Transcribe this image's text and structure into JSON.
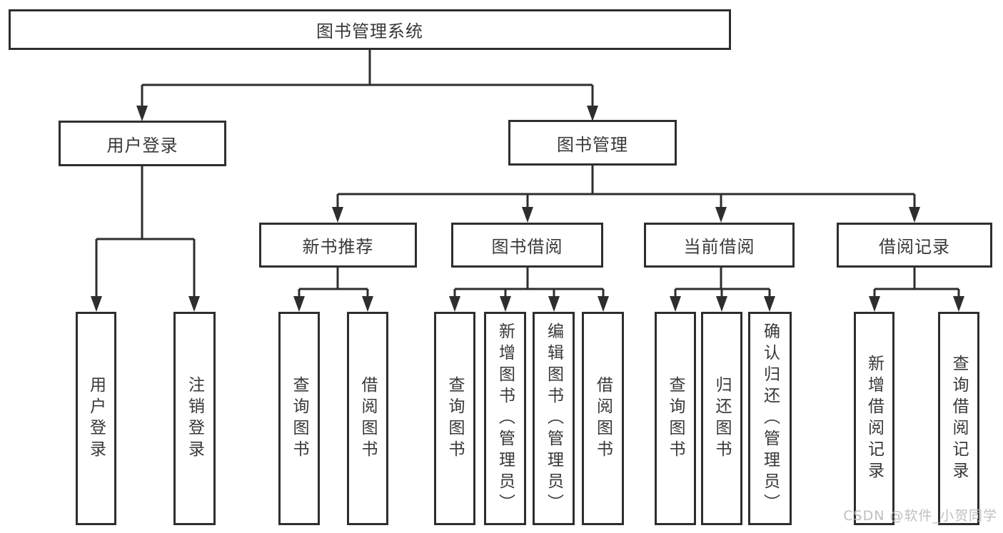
{
  "tree": {
    "root": "图书管理系统",
    "branches": [
      {
        "label": "用户登录",
        "children": [
          "用户登录",
          "注销登录"
        ]
      },
      {
        "label": "图书管理",
        "groups": [
          {
            "label": "新书推荐",
            "children": [
              "查询图书",
              "借阅图书"
            ]
          },
          {
            "label": "图书借阅",
            "children": [
              "查询图书",
              "新增图书（管理员）",
              "编辑图书（管理员）",
              "借阅图书"
            ]
          },
          {
            "label": "当前借阅",
            "children": [
              "查询图书",
              "归还图书",
              "确认归还（管理员）"
            ]
          },
          {
            "label": "借阅记录",
            "children": [
              "新增借阅记录",
              "查询借阅记录"
            ]
          }
        ]
      }
    ]
  },
  "watermark": "CSDN @软件_小贺同学",
  "colors": {
    "line": "#2e2e2e",
    "text": "#383838",
    "box_background": "#ffffff",
    "watermark": "#bcbcbc",
    "background": "#ffffff"
  }
}
